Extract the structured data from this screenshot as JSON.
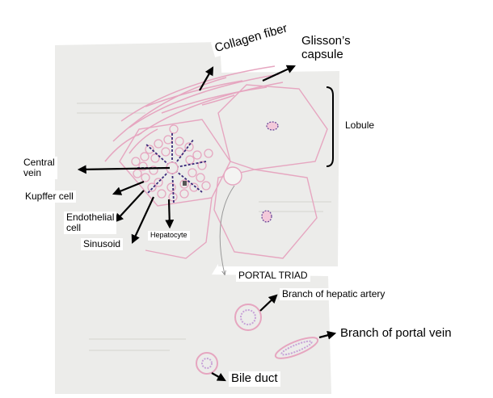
{
  "colors": {
    "paper": "#ececea",
    "ink": "#e6a6c0",
    "nuclei": "#8a6fc0",
    "arrow": "#000000"
  },
  "labels": {
    "collagen_fiber": "Collagen fiber",
    "glissons_capsule": "Glisson’s\ncapsule",
    "lobule": "Lobule",
    "central_vein": "Central\nvein",
    "kupffer_cell": "Kupffer cell",
    "endothelial_cell": "Endothelial\ncell",
    "sinusoid": "Sinusoid",
    "hepatocyte": "Hepatocyte",
    "portal_triad": "PORTAL TRIAD",
    "hepatic_artery": "Branch of hepatic artery",
    "portal_vein": "Branch of portal vein",
    "bile_duct": "Bile duct"
  }
}
